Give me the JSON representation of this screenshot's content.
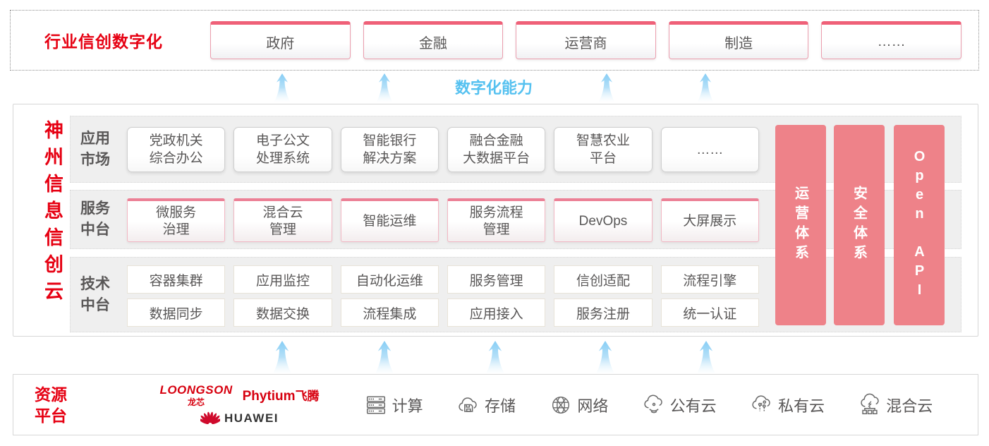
{
  "top_band": {
    "label": "行业信创数字化",
    "items": [
      "政府",
      "金融",
      "运营商",
      "制造",
      "……"
    ]
  },
  "capability_label": "数字化能力",
  "platform": {
    "title": "神州信息信创云",
    "app_row": {
      "label": "应用\n市场",
      "items": [
        "党政机关\n综合办公",
        "电子公文\n处理系统",
        "智能银行\n解决方案",
        "融合金融\n大数据平台",
        "智慧农业\n平台",
        "……"
      ]
    },
    "service_row": {
      "label": "服务\n中台",
      "items": [
        "微服务\n治理",
        "混合云\n管理",
        "智能运维",
        "服务流程\n管理",
        "DevOps",
        "大屏展示"
      ]
    },
    "tech_row": {
      "label": "技术\n中台",
      "items_top": [
        "容器集群",
        "应用监控",
        "自动化运维",
        "服务管理",
        "信创适配",
        "流程引擎"
      ],
      "items_bottom": [
        "数据同步",
        "数据交换",
        "流程集成",
        "应用接入",
        "服务注册",
        "统一认证"
      ]
    },
    "side_bars": [
      "运营体系",
      "安全体系",
      "Open API"
    ]
  },
  "resources": {
    "label": "资源\n平台",
    "vendors": {
      "loongson_en": "LOONGSON",
      "loongson_cn": "龙芯",
      "phytium_en": "Phytium",
      "phytium_cn": "飞腾",
      "huawei": "HUAWEI"
    },
    "items": [
      {
        "icon": "compute-icon",
        "label": "计算"
      },
      {
        "icon": "storage-icon",
        "label": "存储"
      },
      {
        "icon": "network-icon",
        "label": "网络"
      },
      {
        "icon": "public-cloud-icon",
        "label": "公有云"
      },
      {
        "icon": "private-cloud-icon",
        "label": "私有云"
      },
      {
        "icon": "hybrid-cloud-icon",
        "label": "混合云"
      }
    ]
  },
  "colors": {
    "brand_red": "#e60012",
    "bar_pink": "#ee8289",
    "capability_blue": "#55c1f0"
  }
}
